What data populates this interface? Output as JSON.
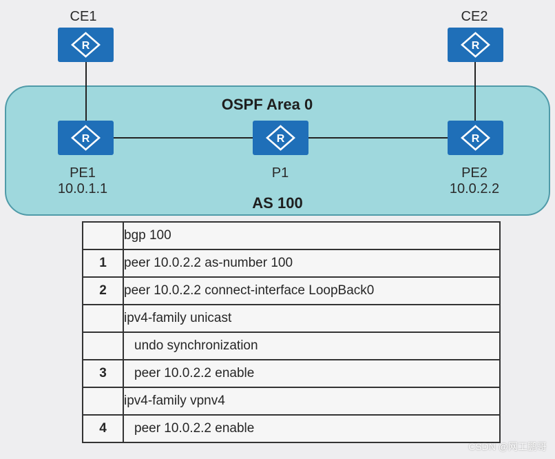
{
  "colors": {
    "area_fill": "#9fd8dd",
    "area_stroke": "#4f9aa8",
    "router_fill": "#1f6fb8",
    "link": "#222222"
  },
  "diagram": {
    "area_name": "OSPF Area 0",
    "as_name": "AS 100",
    "nodes": [
      {
        "id": "CE1",
        "label": "CE1",
        "address": "",
        "icon": "router-icon"
      },
      {
        "id": "CE2",
        "label": "CE2",
        "address": "",
        "icon": "router-icon"
      },
      {
        "id": "PE1",
        "label": "PE1",
        "address": "10.0.1.1",
        "icon": "router-icon"
      },
      {
        "id": "P1",
        "label": "P1",
        "address": "",
        "icon": "router-icon"
      },
      {
        "id": "PE2",
        "label": "PE2",
        "address": "10.0.2.2",
        "icon": "router-icon"
      }
    ],
    "links": [
      [
        "CE1",
        "PE1"
      ],
      [
        "PE1",
        "P1"
      ],
      [
        "P1",
        "PE2"
      ],
      [
        "CE2",
        "PE2"
      ]
    ]
  },
  "config": {
    "rows": [
      {
        "num": "",
        "cmd": "bgp 100"
      },
      {
        "num": "1",
        "cmd": "peer 10.0.2.2 as-number 100"
      },
      {
        "num": "2",
        "cmd": "peer 10.0.2.2 connect-interface LoopBack0"
      },
      {
        "num": "",
        "cmd": "ipv4-family unicast"
      },
      {
        "num": "",
        "cmd": "undo synchronization"
      },
      {
        "num": "3",
        "cmd": "peer 10.0.2.2 enable"
      },
      {
        "num": "",
        "cmd": "ipv4-family vpnv4"
      },
      {
        "num": "4",
        "cmd": "peer 10.0.2.2 enable"
      }
    ]
  },
  "watermark": "CSDN @网工鹏哥"
}
